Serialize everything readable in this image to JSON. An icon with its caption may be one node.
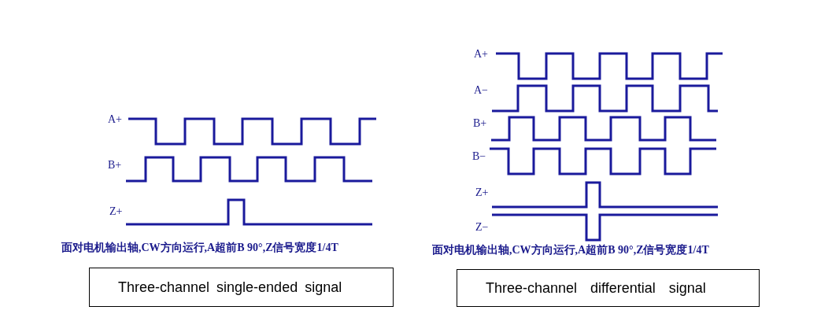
{
  "diagram": {
    "nodes": [
      {
        "text": [
          "Three-channel single-ended signal"
        ]
      },
      {
        "text": [
          "Three-channel differential signal"
        ]
      }
    ],
    "labels": [
      "A+",
      "B+",
      "Z+",
      "面对电机输出轴,CW方向运行,A超前B 90°,Z信号宽度1/4T",
      "A+",
      "A−",
      "B+",
      "B−",
      "Z+",
      "Z−",
      "面对电机输出轴,CW方向运行,A超前B 90°,Z信号宽度1/4T"
    ]
  }
}
